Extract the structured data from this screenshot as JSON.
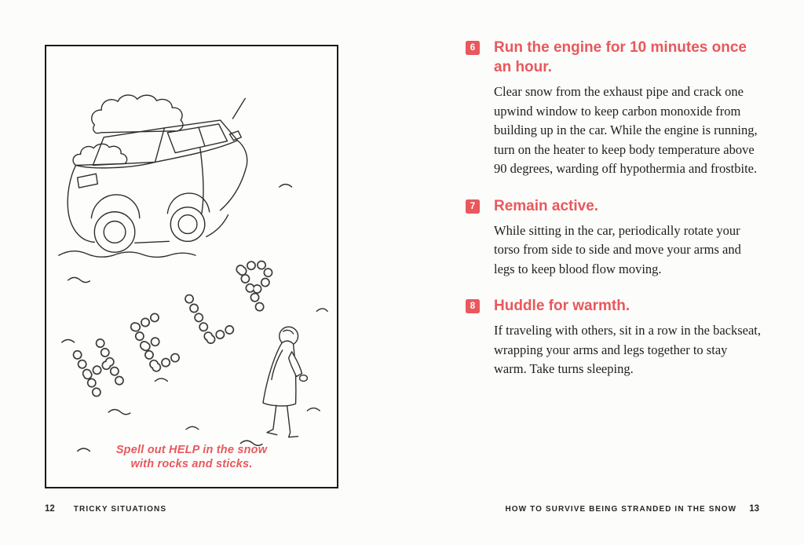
{
  "theme": {
    "accent_color": "#e8585c",
    "ink_color": "#1f1f1f",
    "background_color": "#fcfcfa"
  },
  "left_page": {
    "caption_line1": "Spell out HELP in the snow",
    "caption_line2": "with rocks and sticks.",
    "page_number": "12",
    "section_title": "TRICKY SITUATIONS",
    "illustration_alt": "Line drawing of a snow-covered car, the word HELP spelled out in rocks on the snow, and a hooded person placing stones"
  },
  "right_page": {
    "steps": [
      {
        "number": "6",
        "title": "Run the engine for 10 minutes once an hour.",
        "body": "Clear snow from the exhaust pipe and crack one upwind window to keep carbon monoxide from building up in the car. While the engine is running, turn on the heater to keep body temperature above 90 degrees, warding off hypothermia and frostbite."
      },
      {
        "number": "7",
        "title": "Remain active.",
        "body": "While sitting in the car, periodically rotate your torso from side to side and move your arms and legs to keep blood flow moving."
      },
      {
        "number": "8",
        "title": "Huddle for warmth.",
        "body": "If traveling with others, sit in a row in the backseat, wrapping your arms and legs together to stay warm. Take turns sleeping."
      }
    ],
    "footer_title": "HOW TO SURVIVE BEING STRANDED IN THE SNOW",
    "page_number": "13"
  }
}
